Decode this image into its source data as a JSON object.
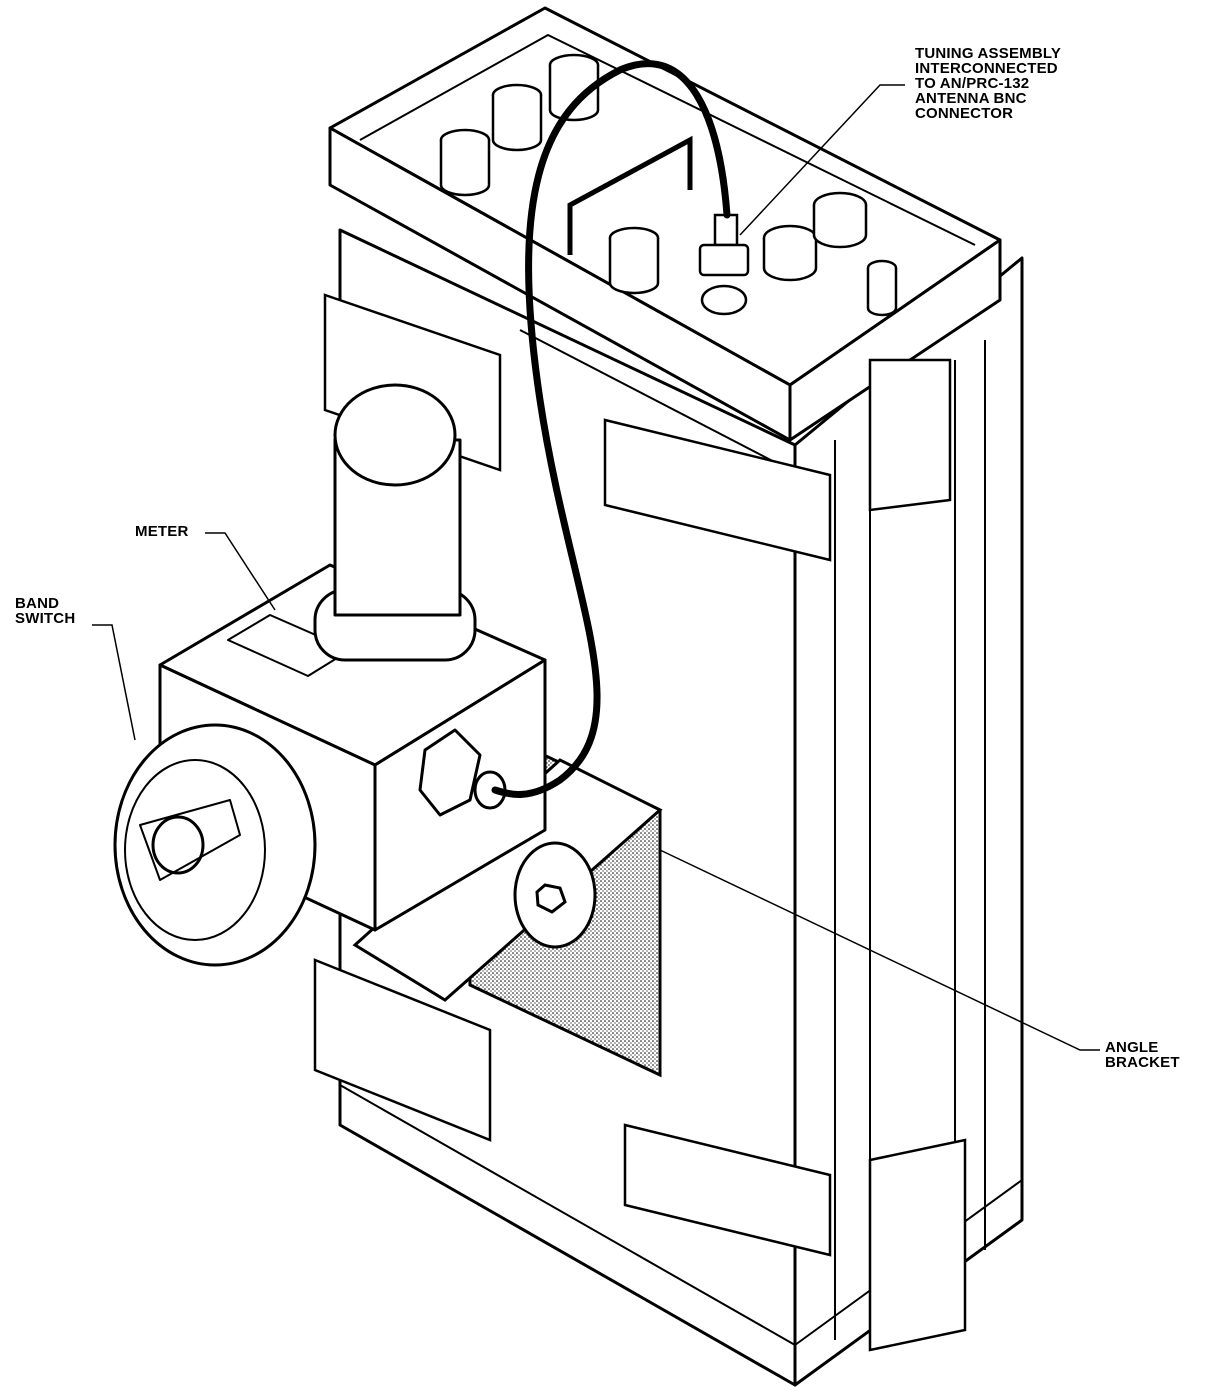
{
  "figure": {
    "colors": {
      "ink": "#000000",
      "paper": "#ffffff",
      "shade": "#c8c8c8"
    },
    "labels": {
      "tuning_assembly": [
        "TUNING ASSEMBLY",
        "INTERCONNECTED",
        "TO AN/PRC-132",
        "ANTENNA BNC",
        "CONNECTOR"
      ],
      "meter": [
        "METER"
      ],
      "band_switch": [
        "BAND",
        "SWITCH"
      ],
      "angle_bracket": [
        "ANGLE",
        "BRACKET"
      ]
    }
  }
}
